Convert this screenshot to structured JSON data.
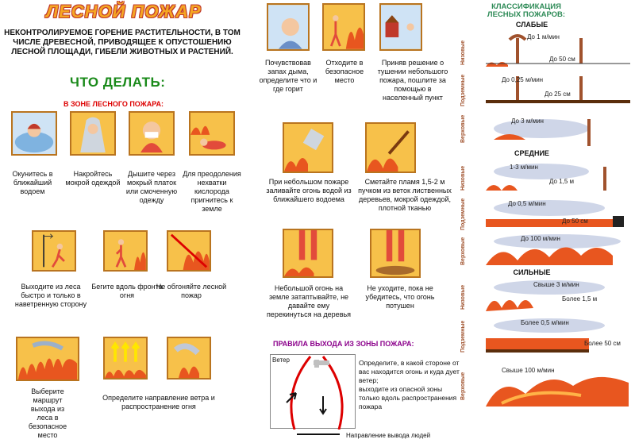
{
  "header": {
    "title": "ЛЕСНОЙ ПОЖАР",
    "intro": "НЕКОНТРОЛИРУЕМОЕ ГОРЕНИЕ РАСТИТЕЛЬНОСТИ, В ТОМ ЧИСЛЕ ДРЕВЕСНОЙ, ПРИВОДЯЩЕЕ К ОПУСТОШЕНИЮ ЛЕСНОЙ ПЛОЩАДИ, ГИБЕЛИ ЖИВОТНЫХ И РАСТЕНИЙ."
  },
  "what_to_do": "ЧТО ДЕЛАТЬ:",
  "zone_heading": "В ЗОНЕ ЛЕСНОГО ПОЖАРА:",
  "left_tips": [
    "Окунитесь в ближайший водоем",
    "Накройтесь мокрой одеждой",
    "Дышите через мокрый платок или смоченную одежду",
    "Для преодоления нехватки кислорода пригнитесь к земле",
    "Выходите из леса быстро и только в наветренную сторону",
    "Бегите вдоль фронта огня",
    "Не обгоняйте лесной пожар",
    "Выберите маршрут выхода из леса в безопасное место",
    "Определите направление ветра и распространение огня"
  ],
  "middle_tips": [
    "Почувствовав запах дыма, определите что и где горит",
    "Отходите в безопасное место",
    "Приняв решение о тушении небольшого пожара, пошлите за помощью в населенный пункт",
    "При небольшом пожаре заливайте огонь водой из ближайшего водоема",
    "Сметайте пламя 1,5-2 м пучком из веток лиственных деревьев, мокрой одеждой, плотной тканью",
    "Небольшой огонь на земле затаптывайте, не давайте ему перекинуться на деревья",
    "Не уходите, пока не убедитесь, что огонь потушен"
  ],
  "exit_rules": {
    "heading": "ПРАВИЛА ВЫХОДА ИЗ ЗОНЫ ПОЖАРА:",
    "wind_label": "Ветер",
    "text1": "Определите, в какой стороне от вас находится огонь и куда дует ветер;",
    "text2": "выходите из опасной зоны только вдоль распространения пожара",
    "direction_label": "Направление вывода людей"
  },
  "classification": {
    "title": "КЛАССИФИКАЦИЯ ЛЕСНЫХ ПОЖАРОВ:",
    "levels": [
      "СЛАБЫЕ",
      "СРЕДНИЕ",
      "СИЛЬНЫЕ"
    ],
    "types": [
      "Низовые",
      "Подземные",
      "Верховые"
    ],
    "weak": [
      "До 1 м/мин",
      "До 50 см",
      "До 0,25 м/мин",
      "До 25 см",
      "До 3 м/мин"
    ],
    "medium": [
      "1-3 м/мин",
      "До 1,5 м",
      "До 0,5 м/мин",
      "До 50 см",
      "До 100 м/мин"
    ],
    "strong": [
      "Свыше 3 м/мин",
      "Более 1,5 м",
      "Более 0,5 м/мин",
      "Более 50 см",
      "Свыше 100 м/мин"
    ]
  },
  "colors": {
    "title_fill": "#f5a623",
    "title_outline": "#c0392b",
    "green": "#1a8a1a",
    "red": "#dd0000",
    "panel": "#f7c14a",
    "frame": "#b9741f"
  }
}
